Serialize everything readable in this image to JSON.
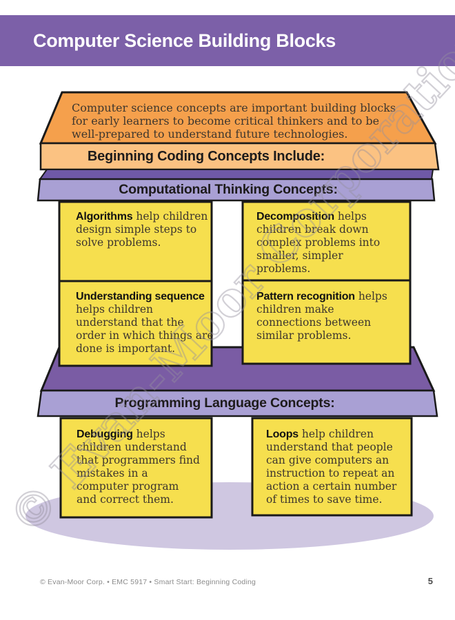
{
  "page": {
    "title": "Computer Science Building Blocks",
    "watermark": "© Evan-Moor Corporation.",
    "footer_text": "© Evan-Moor Corp. • EMC 5917 • Smart Start: Beginning Coding",
    "page_number": "5"
  },
  "colors": {
    "header_purple": "#7C60A8",
    "block_orange_top": "#F5A04C",
    "block_orange_front": "#FBC282",
    "bar_lavender": "#A9A0D4",
    "bar_top_purple": "#6F59A7",
    "platform_purple": "#7A5CA4",
    "note_yellow": "#F6DF4E",
    "shadow_lavender": "#CFC7E1",
    "outline_black": "#1A1A1A"
  },
  "intro": {
    "lines": [
      "Computer science concepts are important building blocks",
      "for early learners to become critical thinkers and to be",
      "well-prepared to understand future technologies."
    ],
    "banner": "Beginning Coding Concepts Include:"
  },
  "sections": [
    {
      "heading": "Computational Thinking Concepts:"
    },
    {
      "heading": "Programming Language Concepts:"
    }
  ],
  "concepts": [
    {
      "term": "Algorithms",
      "rest": " help children design simple steps to solve problems."
    },
    {
      "term": "Decomposition",
      "rest": " helps children break down complex problems into smaller, simpler problems."
    },
    {
      "term": "Understanding sequence",
      "rest": " helps children understand that the order in which things are done is important."
    },
    {
      "term": "Pattern recognition",
      "rest": " helps children make connections between similar problems."
    },
    {
      "term": "Debugging",
      "rest": " helps children understand that programmers find mistakes in a computer program and correct them."
    },
    {
      "term": "Loops",
      "rest": " help children understand that people can give computers an instruction to repeat an action a certain number of times to save time."
    }
  ]
}
